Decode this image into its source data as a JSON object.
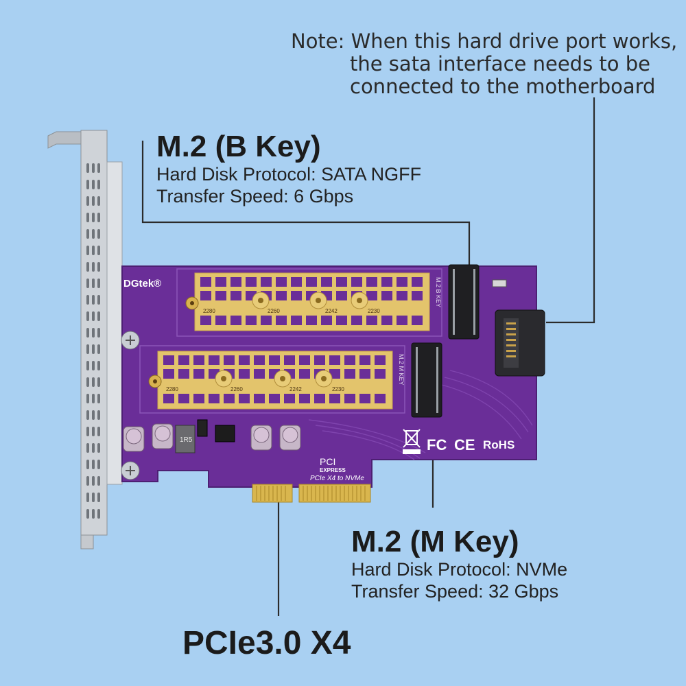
{
  "note": {
    "line1": "Note: When this hard drive port works,",
    "line2": "the sata interface needs to be",
    "line3": "connected to the motherboard"
  },
  "b_key": {
    "title": "M.2 (B Key)",
    "protocol": "Hard Disk Protocol: SATA NGFF",
    "speed": "Transfer Speed: 6 Gbps"
  },
  "m_key": {
    "title": "M.2 (M Key)",
    "protocol": "Hard Disk Protocol: NVMe",
    "speed": "Transfer Speed: 32 Gbps"
  },
  "interface_label": "PCIe3.0 X4",
  "board": {
    "brand": "DGtek®",
    "b_slot_label": "M.2 B KEY",
    "m_slot_label": "M.2 M KEY",
    "hole_labels": [
      "2280",
      "2260",
      "2242",
      "2230"
    ],
    "pci_logo": "PCI",
    "pci_logo_sub": "EXPRESS",
    "pcie_text": "PCIe X4 to NVMe",
    "cert_fc": "FC",
    "cert_ce": "CE",
    "cert_rohs": "RoHS",
    "inductor_label": "1R5"
  },
  "colors": {
    "background": "#a9d0f2",
    "pcb": "#6a2e98",
    "pad": "#e3c46c",
    "bracket": "#cfd3d8",
    "leader": "#2b2b2b"
  }
}
